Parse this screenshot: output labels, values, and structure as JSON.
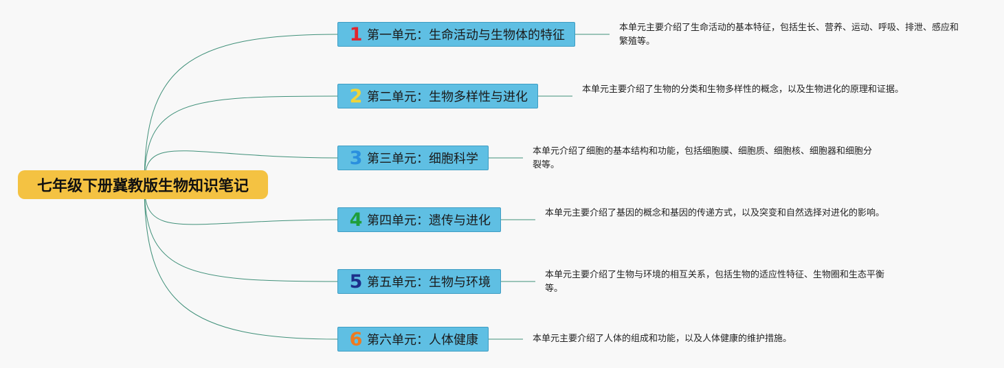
{
  "root": {
    "title": "七年级下册冀教版生物知识笔记",
    "color": "#f4c242"
  },
  "topic_color": "#5fbfe3",
  "line_color": "#3e8f78",
  "units": [
    {
      "number": "1",
      "number_color": "#e0252e",
      "title": "第一单元：生命活动与生物体的特征",
      "note": "本单元主要介绍了生命活动的基本特征，包括生长、营养、运动、呼吸、排泄、感应和繁殖等。"
    },
    {
      "number": "2",
      "number_color": "#f0d43a",
      "title": "第二单元：生物多样性与进化",
      "note": "本单元主要介绍了生物的分类和生物多样性的概念，以及生物进化的原理和证据。"
    },
    {
      "number": "3",
      "number_color": "#2a8fde",
      "title": "第三单元：细胞科学",
      "note": "本单元介绍了细胞的基本结构和功能，包括细胞膜、细胞质、细胞核、细胞器和细胞分裂等。"
    },
    {
      "number": "4",
      "number_color": "#1f9e3a",
      "title": "第四单元：遗传与进化",
      "note": "本单元主要介绍了基因的概念和基因的传递方式，以及突变和自然选择对进化的影响。"
    },
    {
      "number": "5",
      "number_color": "#1d2f8a",
      "title": "第五单元：生物与环境",
      "note": "本单元主要介绍了生物与环境的相互关系，包括生物的适应性特征、生物圈和生态平衡等。"
    },
    {
      "number": "6",
      "number_color": "#ef7a20",
      "title": "第六单元：人体健康",
      "note": "本单元主要介绍了人体的组成和功能，以及人体健康的维护措施。"
    }
  ]
}
